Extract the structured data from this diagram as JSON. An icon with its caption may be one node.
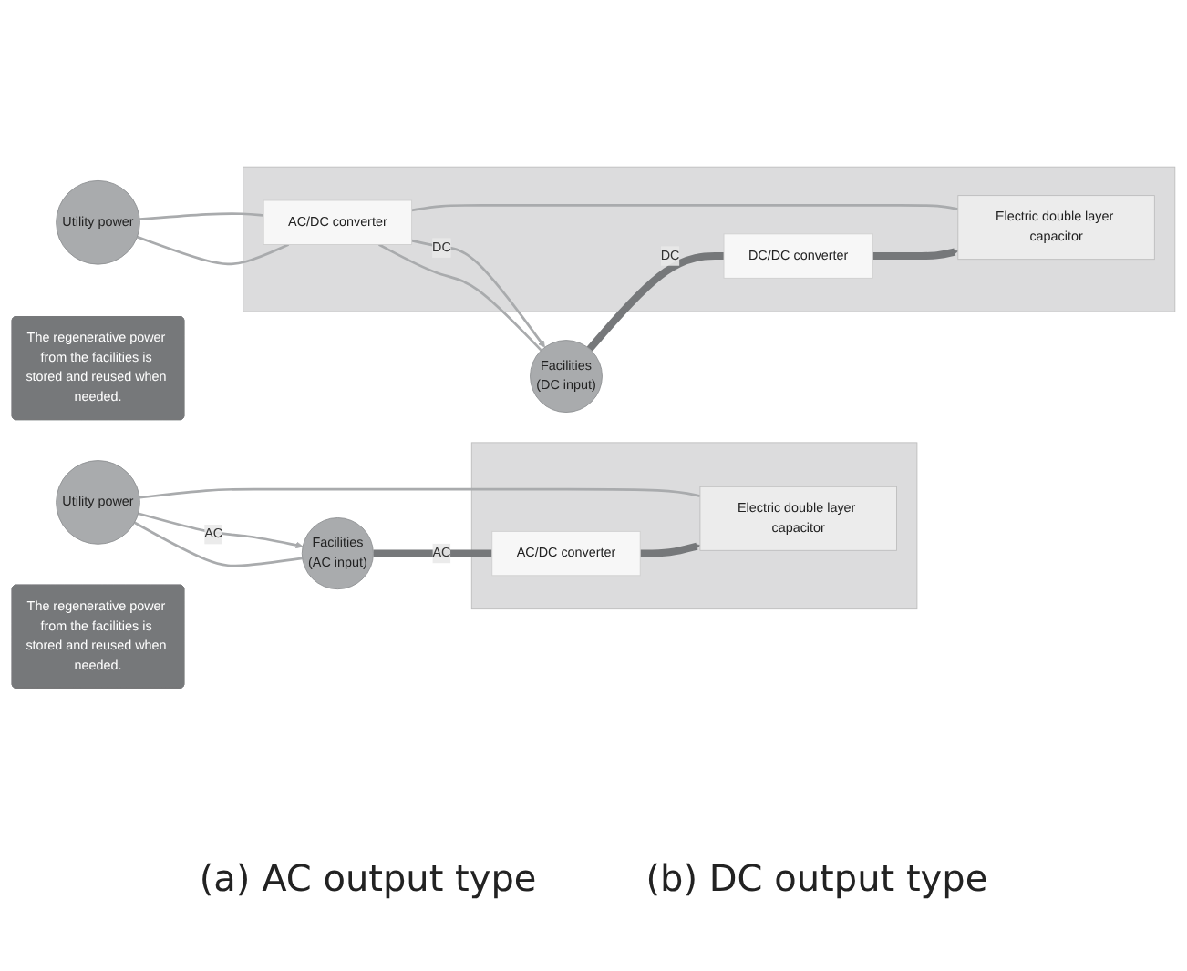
{
  "diagram": {
    "nodes": [
      {
        "text": [
          "Utility power"
        ]
      },
      {
        "text": [],
        "shape": "box"
      },
      {
        "text": [
          "AC/DC converter"
        ],
        "in": 1
      },
      {
        "text": [
          "Electric double layer capacitor"
        ],
        "in": 1
      },
      {
        "text": [
          "Facilities",
          "(AC input)"
        ]
      },
      {
        "text": [
          "The regenerative power from the facilities is stored and reused when needed."
        ]
      },
      {
        "text": [
          "Utility power"
        ]
      },
      {
        "text": [],
        "shape": "box"
      },
      {
        "text": [
          "AC/DC converter"
        ],
        "in": 7
      },
      {
        "text": [
          "DC/DC converter"
        ],
        "in": 7
      },
      {
        "text": [
          "Electric double layer capacitor"
        ],
        "in": 7
      },
      {
        "text": [
          "Facilities",
          "(DC input)"
        ]
      },
      {
        "text": [
          "The regenerative power from the facilities is stored and reused when needed."
        ]
      }
    ],
    "edges": [
      {
        "from": 0,
        "to": 4,
        "arrow": "to",
        "label": "AC"
      },
      {
        "from": 0,
        "to": 4,
        "arrow": "none"
      },
      {
        "from": 0,
        "to": 3,
        "arrow": "none"
      },
      {
        "from": 4,
        "to": 2,
        "arrow": "none",
        "label": "AC",
        "style": "thick",
        "color": "#76787a"
      },
      {
        "from": 2,
        "to": 3,
        "arrow": "to",
        "style": "thick",
        "color": "#76787a"
      },
      {
        "from": 6,
        "to": 8,
        "arrow": "none"
      },
      {
        "from": 8,
        "to": 11,
        "arrow": "to",
        "label": "DC"
      },
      {
        "from": 6,
        "to": 8,
        "arrow": "none"
      },
      {
        "from": 8,
        "to": 11,
        "arrow": "none"
      },
      {
        "from": 8,
        "to": 10,
        "arrow": "none"
      },
      {
        "from": 11,
        "to": 9,
        "arrow": "none",
        "label": "DC",
        "style": "thick",
        "color": "#76787a"
      },
      {
        "from": 9,
        "to": 10,
        "arrow": "to",
        "style": "thick",
        "color": "#76787a"
      }
    ],
    "labels": [
      "(a) AC output type",
      "(b) DC output type"
    ]
  }
}
